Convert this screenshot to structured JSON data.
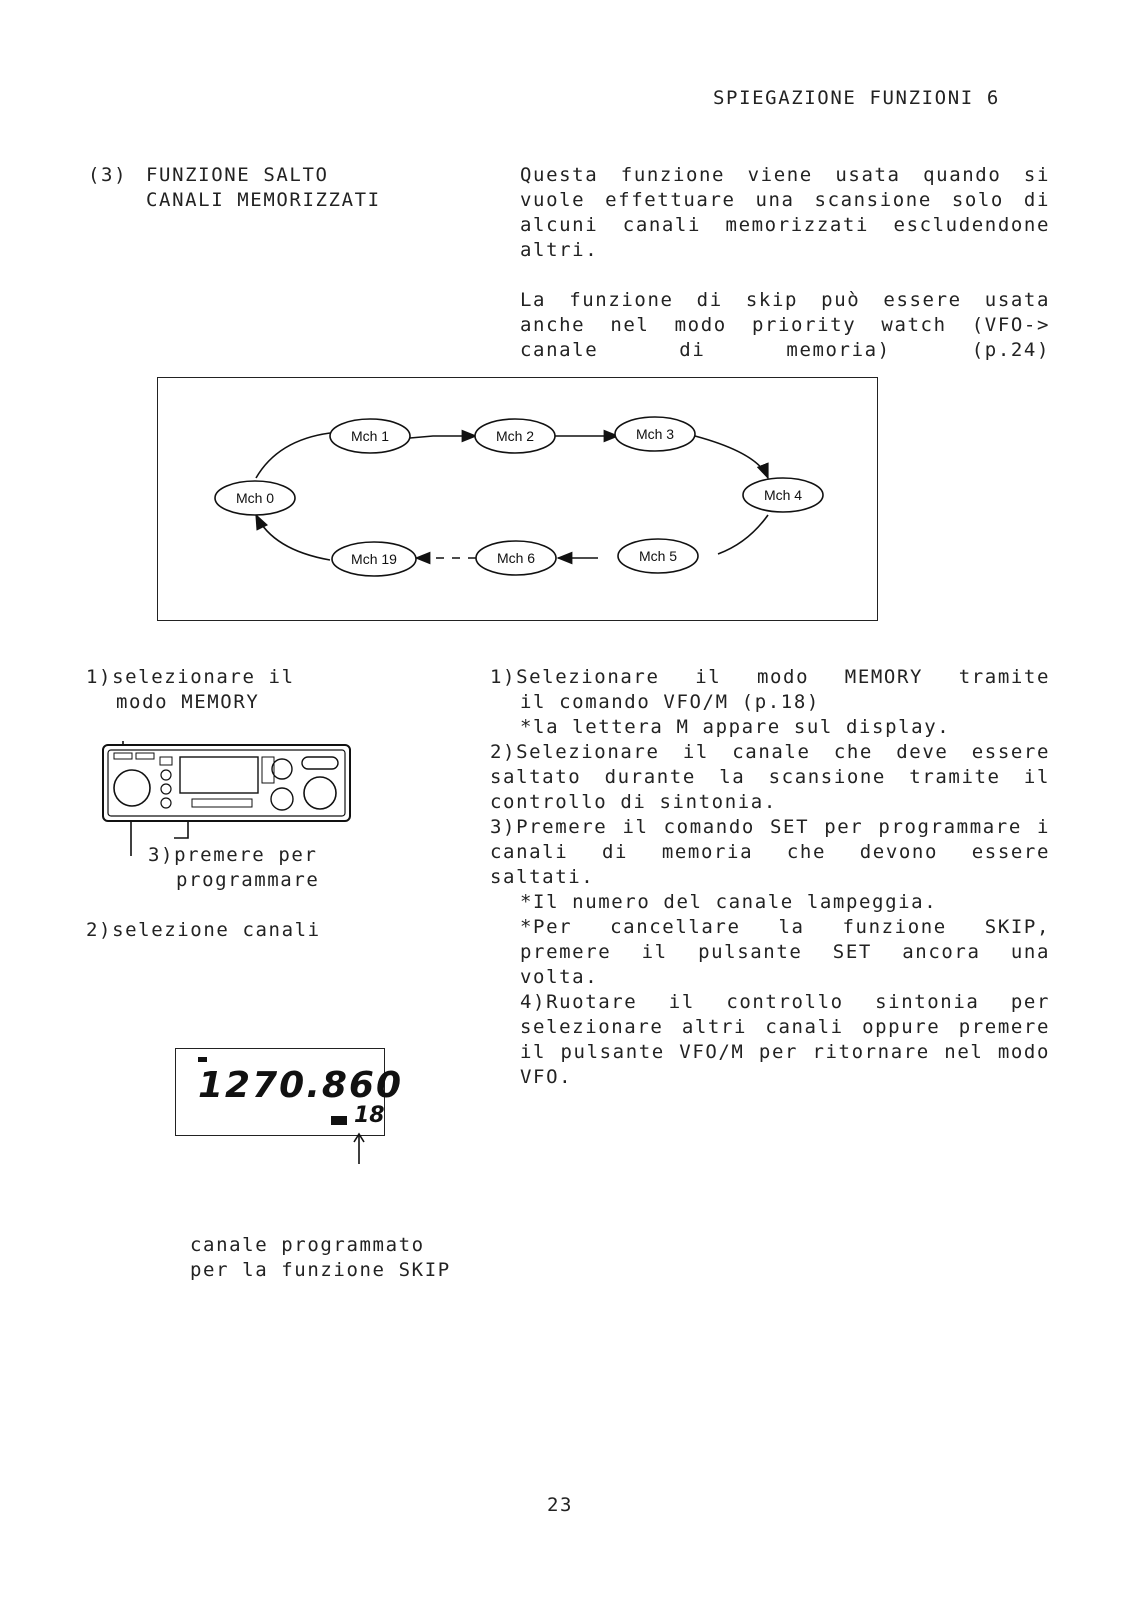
{
  "header": {
    "running_title": "SPIEGAZIONE FUNZIONI 6"
  },
  "section": {
    "number": "(3)",
    "title_line1": "FUNZIONE SALTO",
    "title_line2": "CANALI MEMORIZZATI"
  },
  "intro": {
    "para1": "Questa funzione viene usata quando si vuole effettuare una scansione solo di alcuni canali memorizzati escludendone altri.",
    "para2": "La funzione di skip può essere usata anche nel modo priority watch (VFO-> canale di memoria) (p.24)"
  },
  "diagram": {
    "nodes": [
      "Mch 0",
      "Mch 1",
      "Mch 2",
      "Mch 3",
      "Mch 4",
      "Mch 5",
      "Mch 6",
      "Mch 19"
    ]
  },
  "left_callouts": {
    "callout1_line1": "1)selezionare il",
    "callout1_line2": "modo MEMORY",
    "callout3_line1": "3)premere per",
    "callout3_line2": "programmare",
    "callout2": "2)selezione canali",
    "caption_line1": "canale programmato",
    "caption_line2": "per la funzione SKIP"
  },
  "lcd": {
    "frequency": "1270.860",
    "channel": "18"
  },
  "steps": {
    "s1": "1)Selezionare il modo MEMORY tramite",
    "s1_cont": "il comando VFO/M (p.18)",
    "s1_note": "*la lettera M appare sul display.",
    "s2": "2)Selezionare il canale che deve essere saltato durante la scansione tramite il controllo di sintonia.",
    "s3": "3)Premere il comando SET per programmare i canali di memoria che devono essere saltati.",
    "s3_note1": "*Il numero del canale lampeggia.",
    "s3_note2": "*Per cancellare la funzione SKIP, premere il pulsante SET ancora una volta.",
    "s4": "4)Ruotare il controllo sintonia per selezionare altri canali oppure premere il pulsante VFO/M per ritornare nel modo VFO."
  },
  "footer": {
    "page_number": "23"
  }
}
